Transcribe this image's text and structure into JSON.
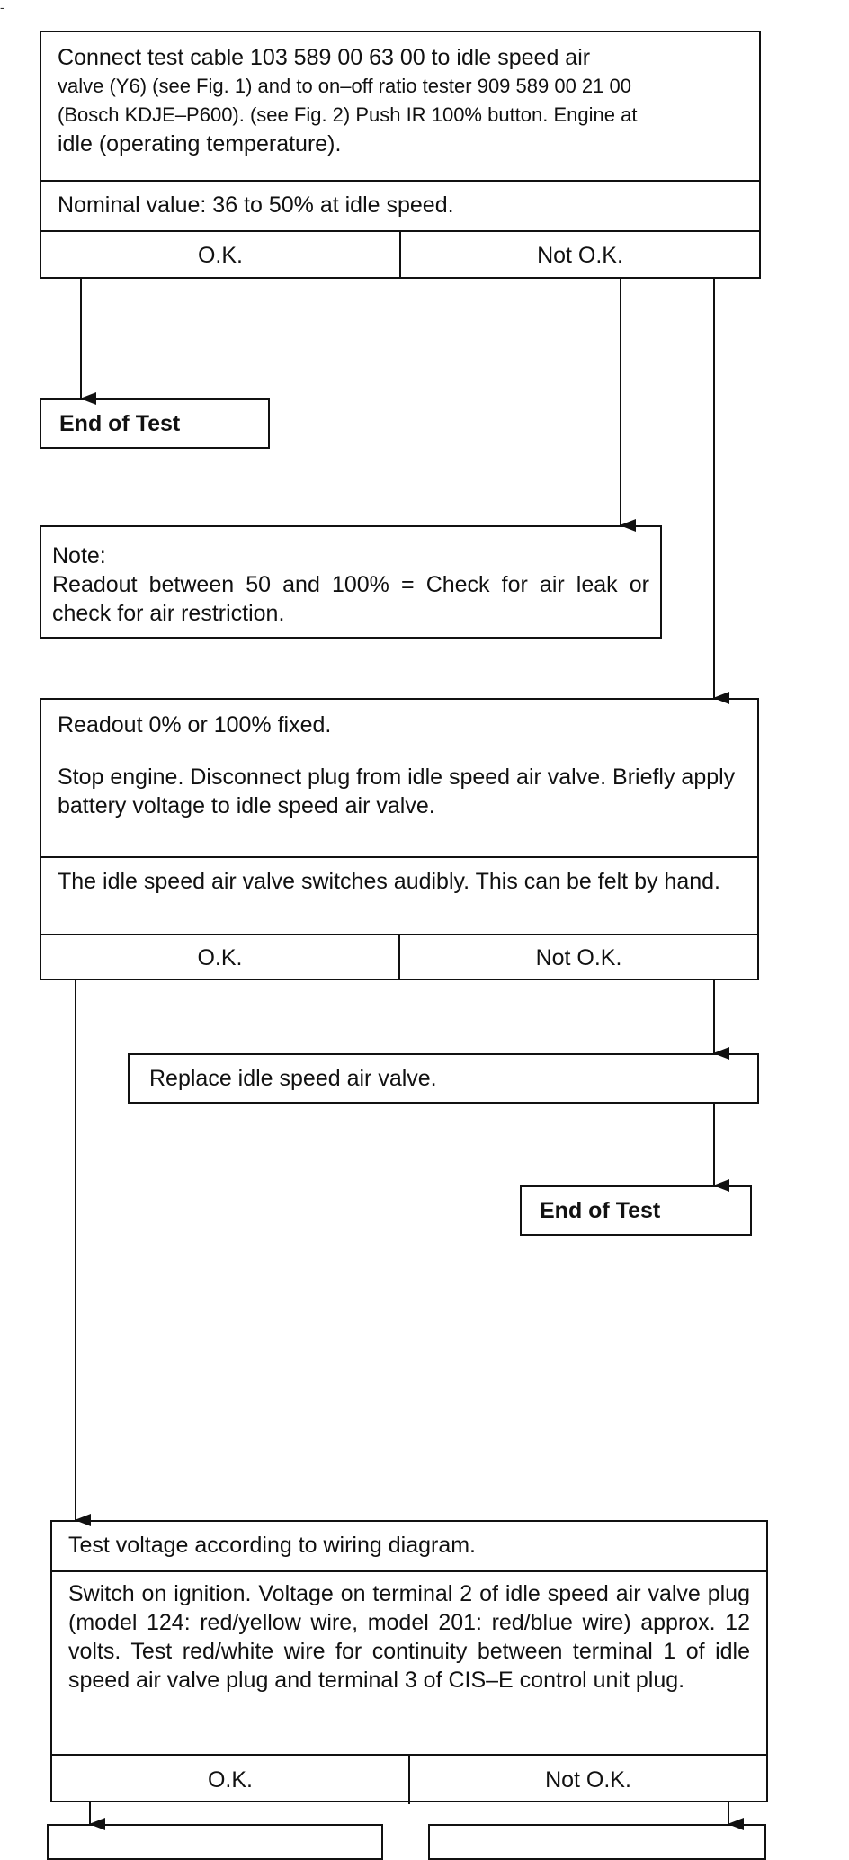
{
  "corner_mark": "-",
  "step1": {
    "line1": "Connect test cable 103 589 00 63 00 to idle speed air",
    "line2": "valve (Y6) (see Fig. 1) and to on–off ratio tester 909 589 00 21 00",
    "line3": "(Bosch KDJE–P600). (see Fig. 2) Push IR 100% button. Engine at",
    "line4": "idle (operating temperature).",
    "nominal": "Nominal value: 36 to 50% at idle speed.",
    "ok": "O.K.",
    "not_ok": "Not O.K."
  },
  "end_test_1": "End of Test",
  "note": {
    "heading": "Note:",
    "text": "Readout between 50 and 100% = Check for air leak or check for air restriction."
  },
  "step2": {
    "readout": "Readout 0% or 100% fixed.",
    "instruction": "Stop engine. Disconnect plug from idle speed air valve. Briefly apply battery voltage to idle speed air valve.",
    "check": "The idle speed air valve switches audibly. This can be felt by hand.",
    "ok": "O.K.",
    "not_ok": "Not O.K."
  },
  "replace": "Replace idle speed air valve.",
  "end_test_2": "End of Test",
  "step3": {
    "title": "Test voltage according to wiring diagram.",
    "instruction": "Switch on ignition. Voltage on terminal 2 of idle speed air valve plug (model 124: red/yellow wire, model 201: red/blue wire) approx. 12 volts. Test red/white wire for continuity between terminal 1 of idle speed air valve plug and terminal 3 of CIS–E control unit plug.",
    "ok": "O.K.",
    "not_ok": "Not O.K."
  }
}
